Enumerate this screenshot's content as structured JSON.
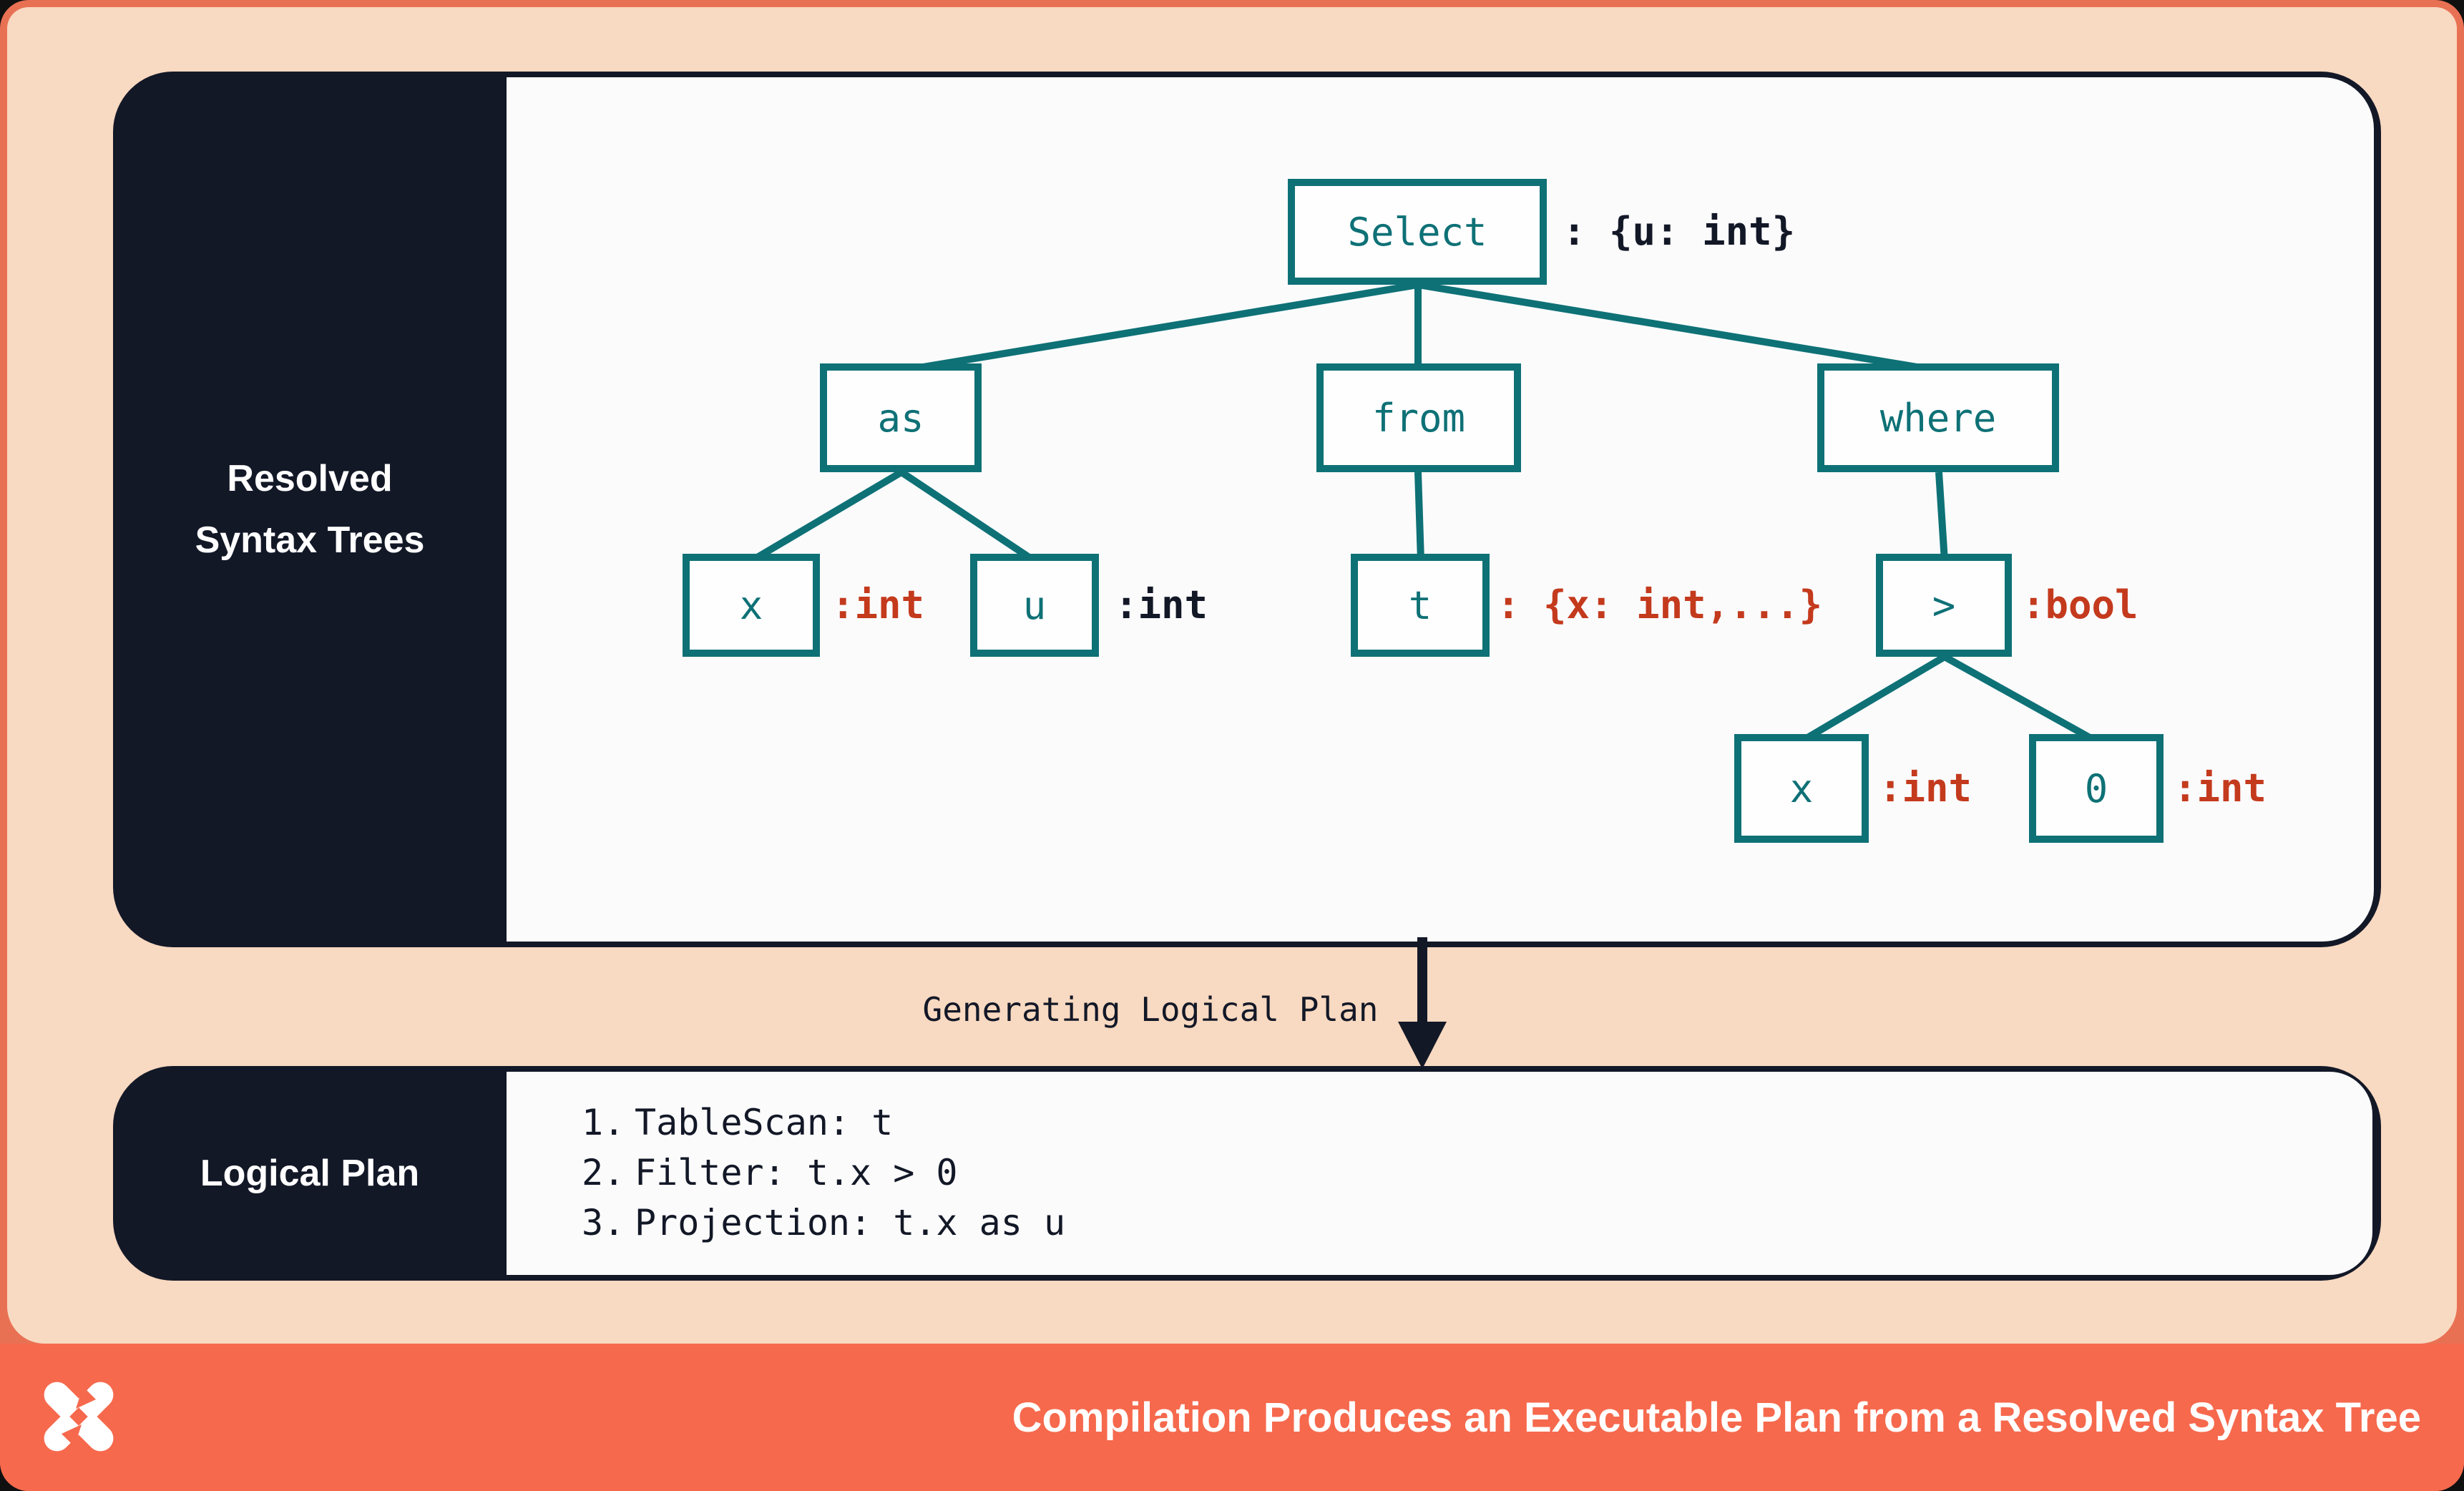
{
  "colors": {
    "coral_footer": "#f6694d",
    "coral_border": "#e87154",
    "peach": "#f8d9c1",
    "navy": "#131827",
    "teal": "#0e7176",
    "type_red": "#c43a1d",
    "panel_white": "#fbfbfc"
  },
  "resolved_panel": {
    "label_line1": "Resolved",
    "label_line2": "Syntax Trees",
    "nodes": {
      "select": {
        "label": "Select",
        "type": ": {u: int}"
      },
      "as": {
        "label": "as"
      },
      "from": {
        "label": "from"
      },
      "where": {
        "label": "where"
      },
      "x1": {
        "label": "x",
        "type": ":int"
      },
      "u": {
        "label": "u",
        "type": ":int"
      },
      "t": {
        "label": "t",
        "type": ": {x: int,...}"
      },
      "gt": {
        "label": ">",
        "type": ":bool"
      },
      "x2": {
        "label": "x",
        "type": ":int"
      },
      "zero": {
        "label": "0",
        "type": ":int"
      }
    }
  },
  "transition": {
    "label": "Generating Logical Plan"
  },
  "logical_plan_panel": {
    "label": "Logical Plan",
    "steps": [
      {
        "num": "1.",
        "text": "TableScan: t"
      },
      {
        "num": "2.",
        "text": "Filter: t.x > 0"
      },
      {
        "num": "3.",
        "text": "Projection: t.x as u"
      }
    ]
  },
  "footer": {
    "title": "Compilation Produces an Executable Plan from a Resolved Syntax Tree",
    "logo": "x-pinwheel-mark"
  }
}
